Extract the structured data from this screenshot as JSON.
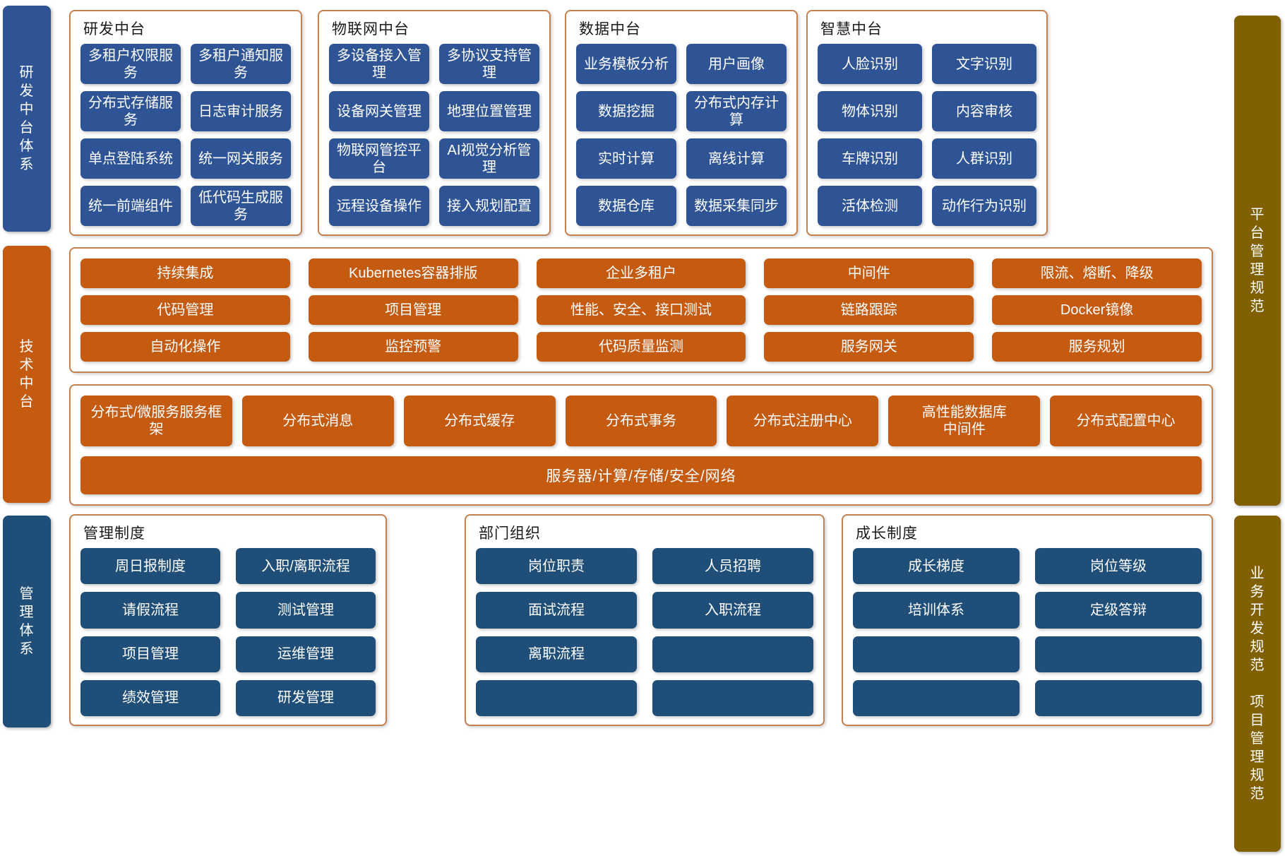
{
  "colors": {
    "blue": "#2E5496",
    "navy": "#1F4E79",
    "orange": "#C55A11",
    "olive": "#806000",
    "panel_border": "#C38051"
  },
  "left_rails": [
    {
      "label": "研发中台体系"
    },
    {
      "label": "技术中台"
    },
    {
      "label": "管理体系"
    }
  ],
  "right_rails": [
    {
      "label": "平台管理规范"
    },
    {
      "label": "业务开发规范\n\n项目管理规范"
    }
  ],
  "top_panels": [
    {
      "title": "研发中台",
      "items": [
        "多租户权限服务",
        "多租户通知服务",
        "分布式存储服务",
        "日志审计服务",
        "单点登陆系统",
        "统一网关服务",
        "统一前端组件",
        "低代码生成服务"
      ]
    },
    {
      "title": "物联网中台",
      "items": [
        "多设备接入管理",
        "多协议支持管理",
        "设备网关管理",
        "地理位置管理",
        "物联网管控平台",
        "AI视觉分析管理",
        "远程设备操作",
        "接入规划配置"
      ]
    },
    {
      "title": "数据中台",
      "items": [
        "业务模板分析",
        "用户画像",
        "数据挖掘",
        "分布式内存计算",
        "实时计算",
        "离线计算",
        "数据仓库",
        "数据采集同步"
      ]
    },
    {
      "title": "智慧中台",
      "items": [
        "人脸识别",
        "文字识别",
        "物体识别",
        "内容审核",
        "车牌识别",
        "人群识别",
        "活体检测",
        "动作行为识别"
      ]
    }
  ],
  "tech_panel": {
    "items": [
      "持续集成",
      "Kubernetes容器排版",
      "企业多租户",
      "中间件",
      "限流、熔断、降级",
      "代码管理",
      "项目管理",
      "性能、安全、接口测试",
      "链路跟踪",
      "Docker镜像",
      "自动化操作",
      "监控预警",
      "代码质量监测",
      "服务网关",
      "服务规划"
    ]
  },
  "infra_panel": {
    "items": [
      "分布式/微服务服务框架",
      "分布式消息",
      "分布式缓存",
      "分布式事务",
      "分布式注册中心",
      "高性能数据库\n中间件",
      "分布式配置中心"
    ],
    "wide_bar": "服务器/计算/存储/安全/网络"
  },
  "bottom_panels": [
    {
      "title": "管理制度",
      "items": [
        "周日报制度",
        "入职/离职流程",
        "请假流程",
        "测试管理",
        "项目管理",
        "运维管理",
        "绩效管理",
        "研发管理"
      ]
    },
    {
      "title": "部门组织",
      "items": [
        "岗位职责",
        "人员招聘",
        "面试流程",
        "入职流程",
        "离职流程",
        "",
        "",
        ""
      ]
    },
    {
      "title": "成长制度",
      "items": [
        "成长梯度",
        "岗位等级",
        "培训体系",
        "定级答辩",
        "",
        "",
        "",
        ""
      ]
    }
  ]
}
